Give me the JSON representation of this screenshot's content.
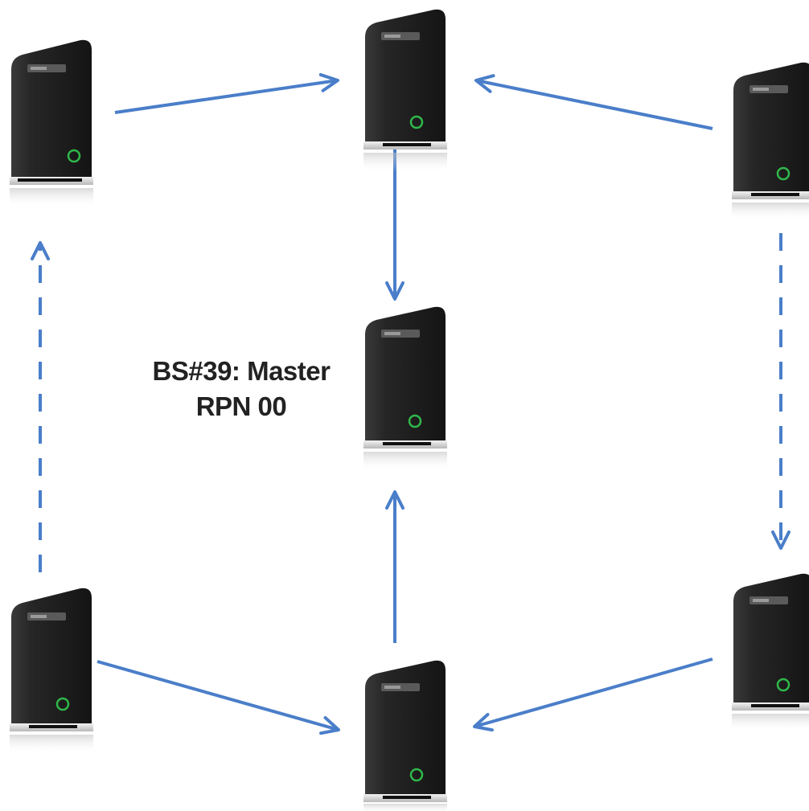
{
  "diagram": {
    "master_label": {
      "line1": "BS#39: Master",
      "line2": "RPN 00"
    },
    "colors": {
      "arrow": "#4a7ec9",
      "device_body": "#222222",
      "device_led": "#2fb84a",
      "background": "#ffffff"
    },
    "nodes": [
      {
        "id": "top-left",
        "role": "base-station"
      },
      {
        "id": "top-center",
        "role": "base-station"
      },
      {
        "id": "top-right",
        "role": "base-station"
      },
      {
        "id": "master",
        "role": "master-base-station"
      },
      {
        "id": "bottom-left",
        "role": "base-station"
      },
      {
        "id": "bottom-center",
        "role": "base-station"
      },
      {
        "id": "bottom-right",
        "role": "base-station"
      }
    ],
    "edges": [
      {
        "from": "top-left",
        "to": "top-center",
        "style": "solid"
      },
      {
        "from": "top-right",
        "to": "top-center",
        "style": "solid"
      },
      {
        "from": "top-center",
        "to": "master",
        "style": "solid"
      },
      {
        "from": "bottom-left",
        "to": "bottom-center",
        "style": "solid"
      },
      {
        "from": "bottom-right",
        "to": "bottom-center",
        "style": "solid"
      },
      {
        "from": "bottom-center",
        "to": "master",
        "style": "solid"
      },
      {
        "from": "bottom-left",
        "to": "top-left",
        "style": "dashed"
      },
      {
        "from": "top-right",
        "to": "bottom-right",
        "style": "dashed"
      }
    ]
  }
}
